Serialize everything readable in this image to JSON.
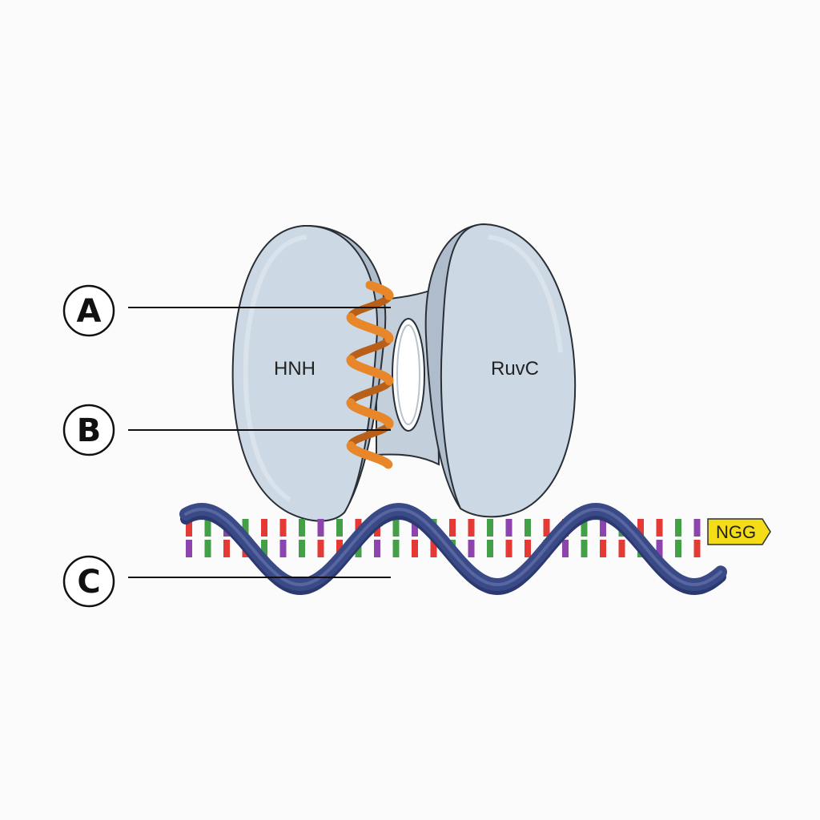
{
  "labels": {
    "hnh": "HNH",
    "ruvc": "RuvC",
    "pam": "NGG"
  },
  "callouts": [
    {
      "letter": "A"
    },
    {
      "letter": "B"
    },
    {
      "letter": "C"
    }
  ],
  "colors": {
    "lobe_fill": "#c7d3df",
    "lobe_face": "#d8e2ec",
    "lobe_side": "#aebccb",
    "outline": "#2a2f36",
    "helix": "#e8862a",
    "helix_dark": "#b8601a",
    "dna_backbone": "#3a4a86",
    "pam_tag": "#f4dc16",
    "base_red": "#e53935",
    "base_green": "#43a047",
    "base_purple": "#8e44ad"
  }
}
